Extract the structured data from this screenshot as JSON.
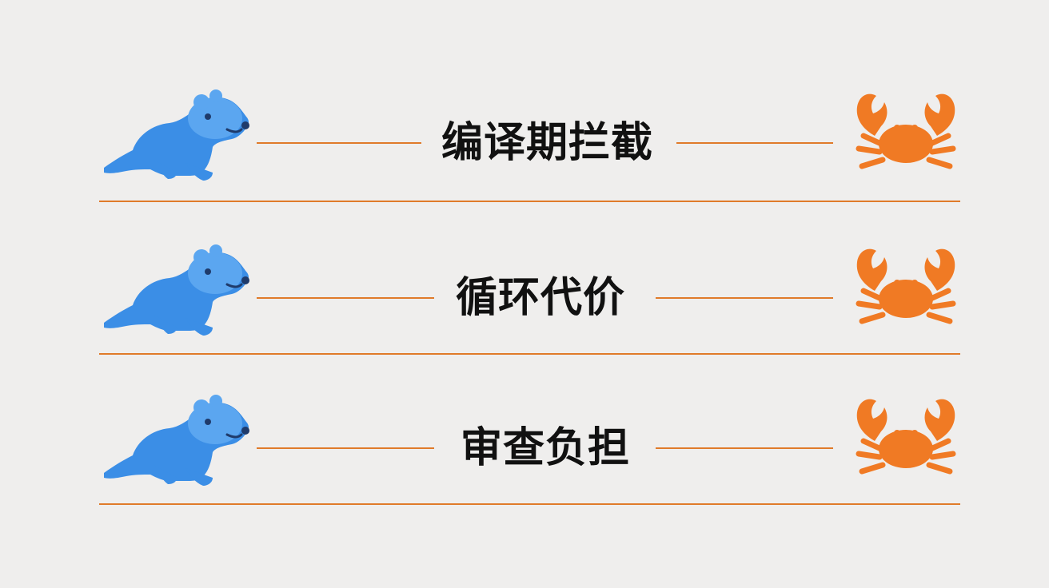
{
  "colors": {
    "background": "#efeeed",
    "otter_primary": "#3b8ee6",
    "otter_secondary": "#5ba6f0",
    "crab_primary": "#f07a24",
    "line": "#e07b2a",
    "text": "#111111"
  },
  "rows": [
    {
      "label": "编译期拦截",
      "left_icon": "otter-icon",
      "right_icon": "crab-icon"
    },
    {
      "label": "循环代价",
      "left_icon": "otter-icon",
      "right_icon": "crab-icon"
    },
    {
      "label": "审查负担",
      "left_icon": "otter-icon",
      "right_icon": "crab-icon"
    }
  ]
}
